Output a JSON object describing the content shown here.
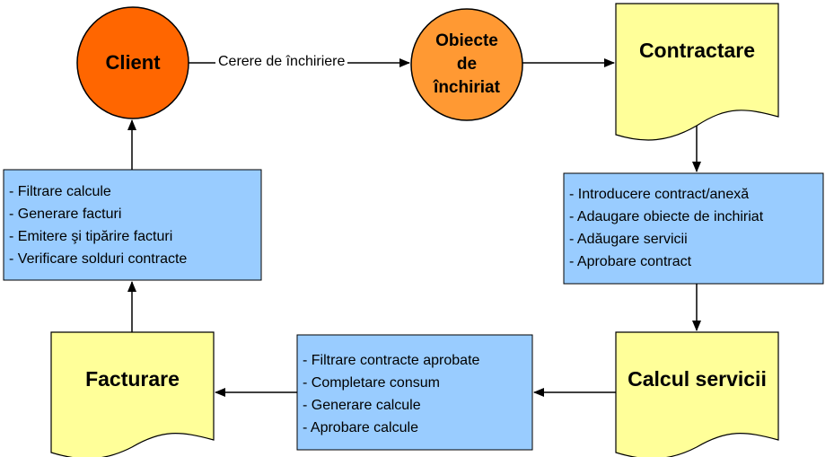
{
  "colors": {
    "client_fill": "#FF6600",
    "objects_fill": "#FF9933",
    "document_fill": "#FFFF99",
    "process_fill": "#99CCFF",
    "stroke": "#000000"
  },
  "nodes": {
    "client": "Client",
    "objecte": [
      "Obiecte",
      "de",
      "închiriat"
    ],
    "contractare": "Contractare",
    "calcul": "Calcul servicii",
    "facturare": "Facturare"
  },
  "edge_labels": {
    "cerere": "Cerere de închiriere"
  },
  "process_boxes": {
    "contract": [
      "- Introducere contract/anexă",
      "- Adaugare obiecte de inchiriat",
      "- Adăugare servicii",
      "- Aprobare contract"
    ],
    "calcul": [
      "- Filtrare contracte aprobate",
      "- Completare consum",
      "- Generare calcule",
      "- Aprobare calcule"
    ],
    "facturi": [
      "- Filtrare calcule",
      "- Generare facturi",
      "- Emitere şi tipărire facturi",
      "- Verificare solduri contracte"
    ]
  }
}
